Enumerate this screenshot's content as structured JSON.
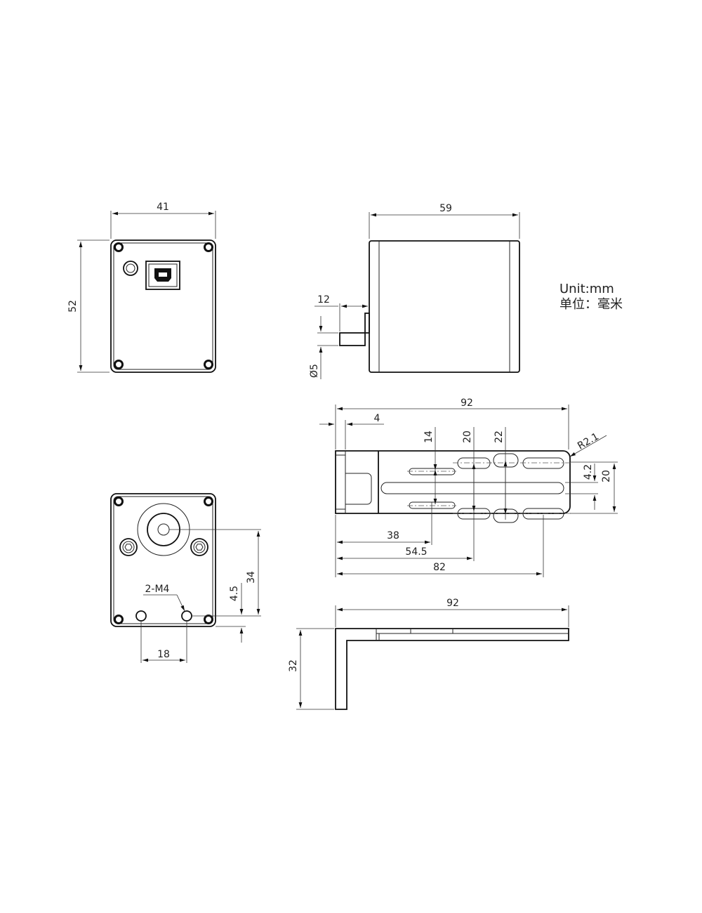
{
  "units": {
    "line1": "Unit:mm",
    "line2": "单位：毫米"
  },
  "rear_view": {
    "width": "41",
    "height": "52"
  },
  "side_view": {
    "length": "59",
    "shaft_length": "12",
    "shaft_diameter": "Ø5"
  },
  "bracket_top": {
    "overall": "92",
    "offset": "4",
    "slot_14": "14",
    "slot_20": "20",
    "slot_22": "22",
    "radius": "R2.1",
    "slot_width": "4.2",
    "slot_pitch": "20",
    "pos_38": "38",
    "pos_54_5": "54.5",
    "pos_82": "82"
  },
  "front_view": {
    "thread": "2-M4",
    "height_34": "34",
    "offset_4_5": "4.5",
    "spacing_18": "18"
  },
  "bracket_side": {
    "length": "92",
    "height": "32"
  }
}
